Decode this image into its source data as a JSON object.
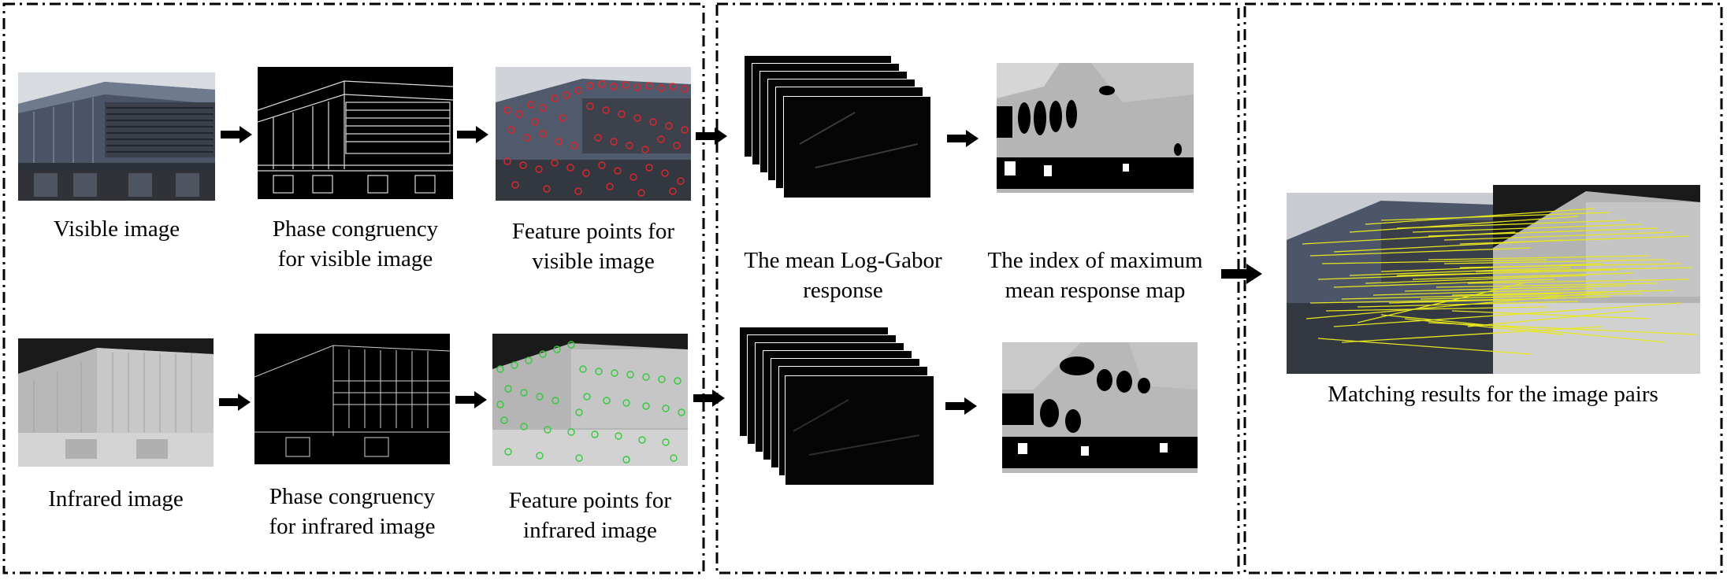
{
  "captions": {
    "visible_image": "Visible image",
    "pc_visible_1": "Phase congruency",
    "pc_visible_2": "for visible image",
    "fp_visible_1": "Feature points for",
    "fp_visible_2": "visible image",
    "infrared_image": "Infrared image",
    "pc_infrared_1": "Phase congruency",
    "pc_infrared_2": "for infrared image",
    "fp_infrared_1": "Feature points for",
    "fp_infrared_2": "infrared image",
    "log_gabor_1": "The mean Log-Gabor",
    "log_gabor_2": "response",
    "index_map_1": "The index of maximum",
    "index_map_2": "mean response map",
    "matching": "Matching results for the image pairs"
  },
  "colors": {
    "visible_feature_points": "#e0262b",
    "infrared_feature_points": "#35c93a",
    "match_lines": "#e6e61e",
    "panel_border": "#000000"
  }
}
